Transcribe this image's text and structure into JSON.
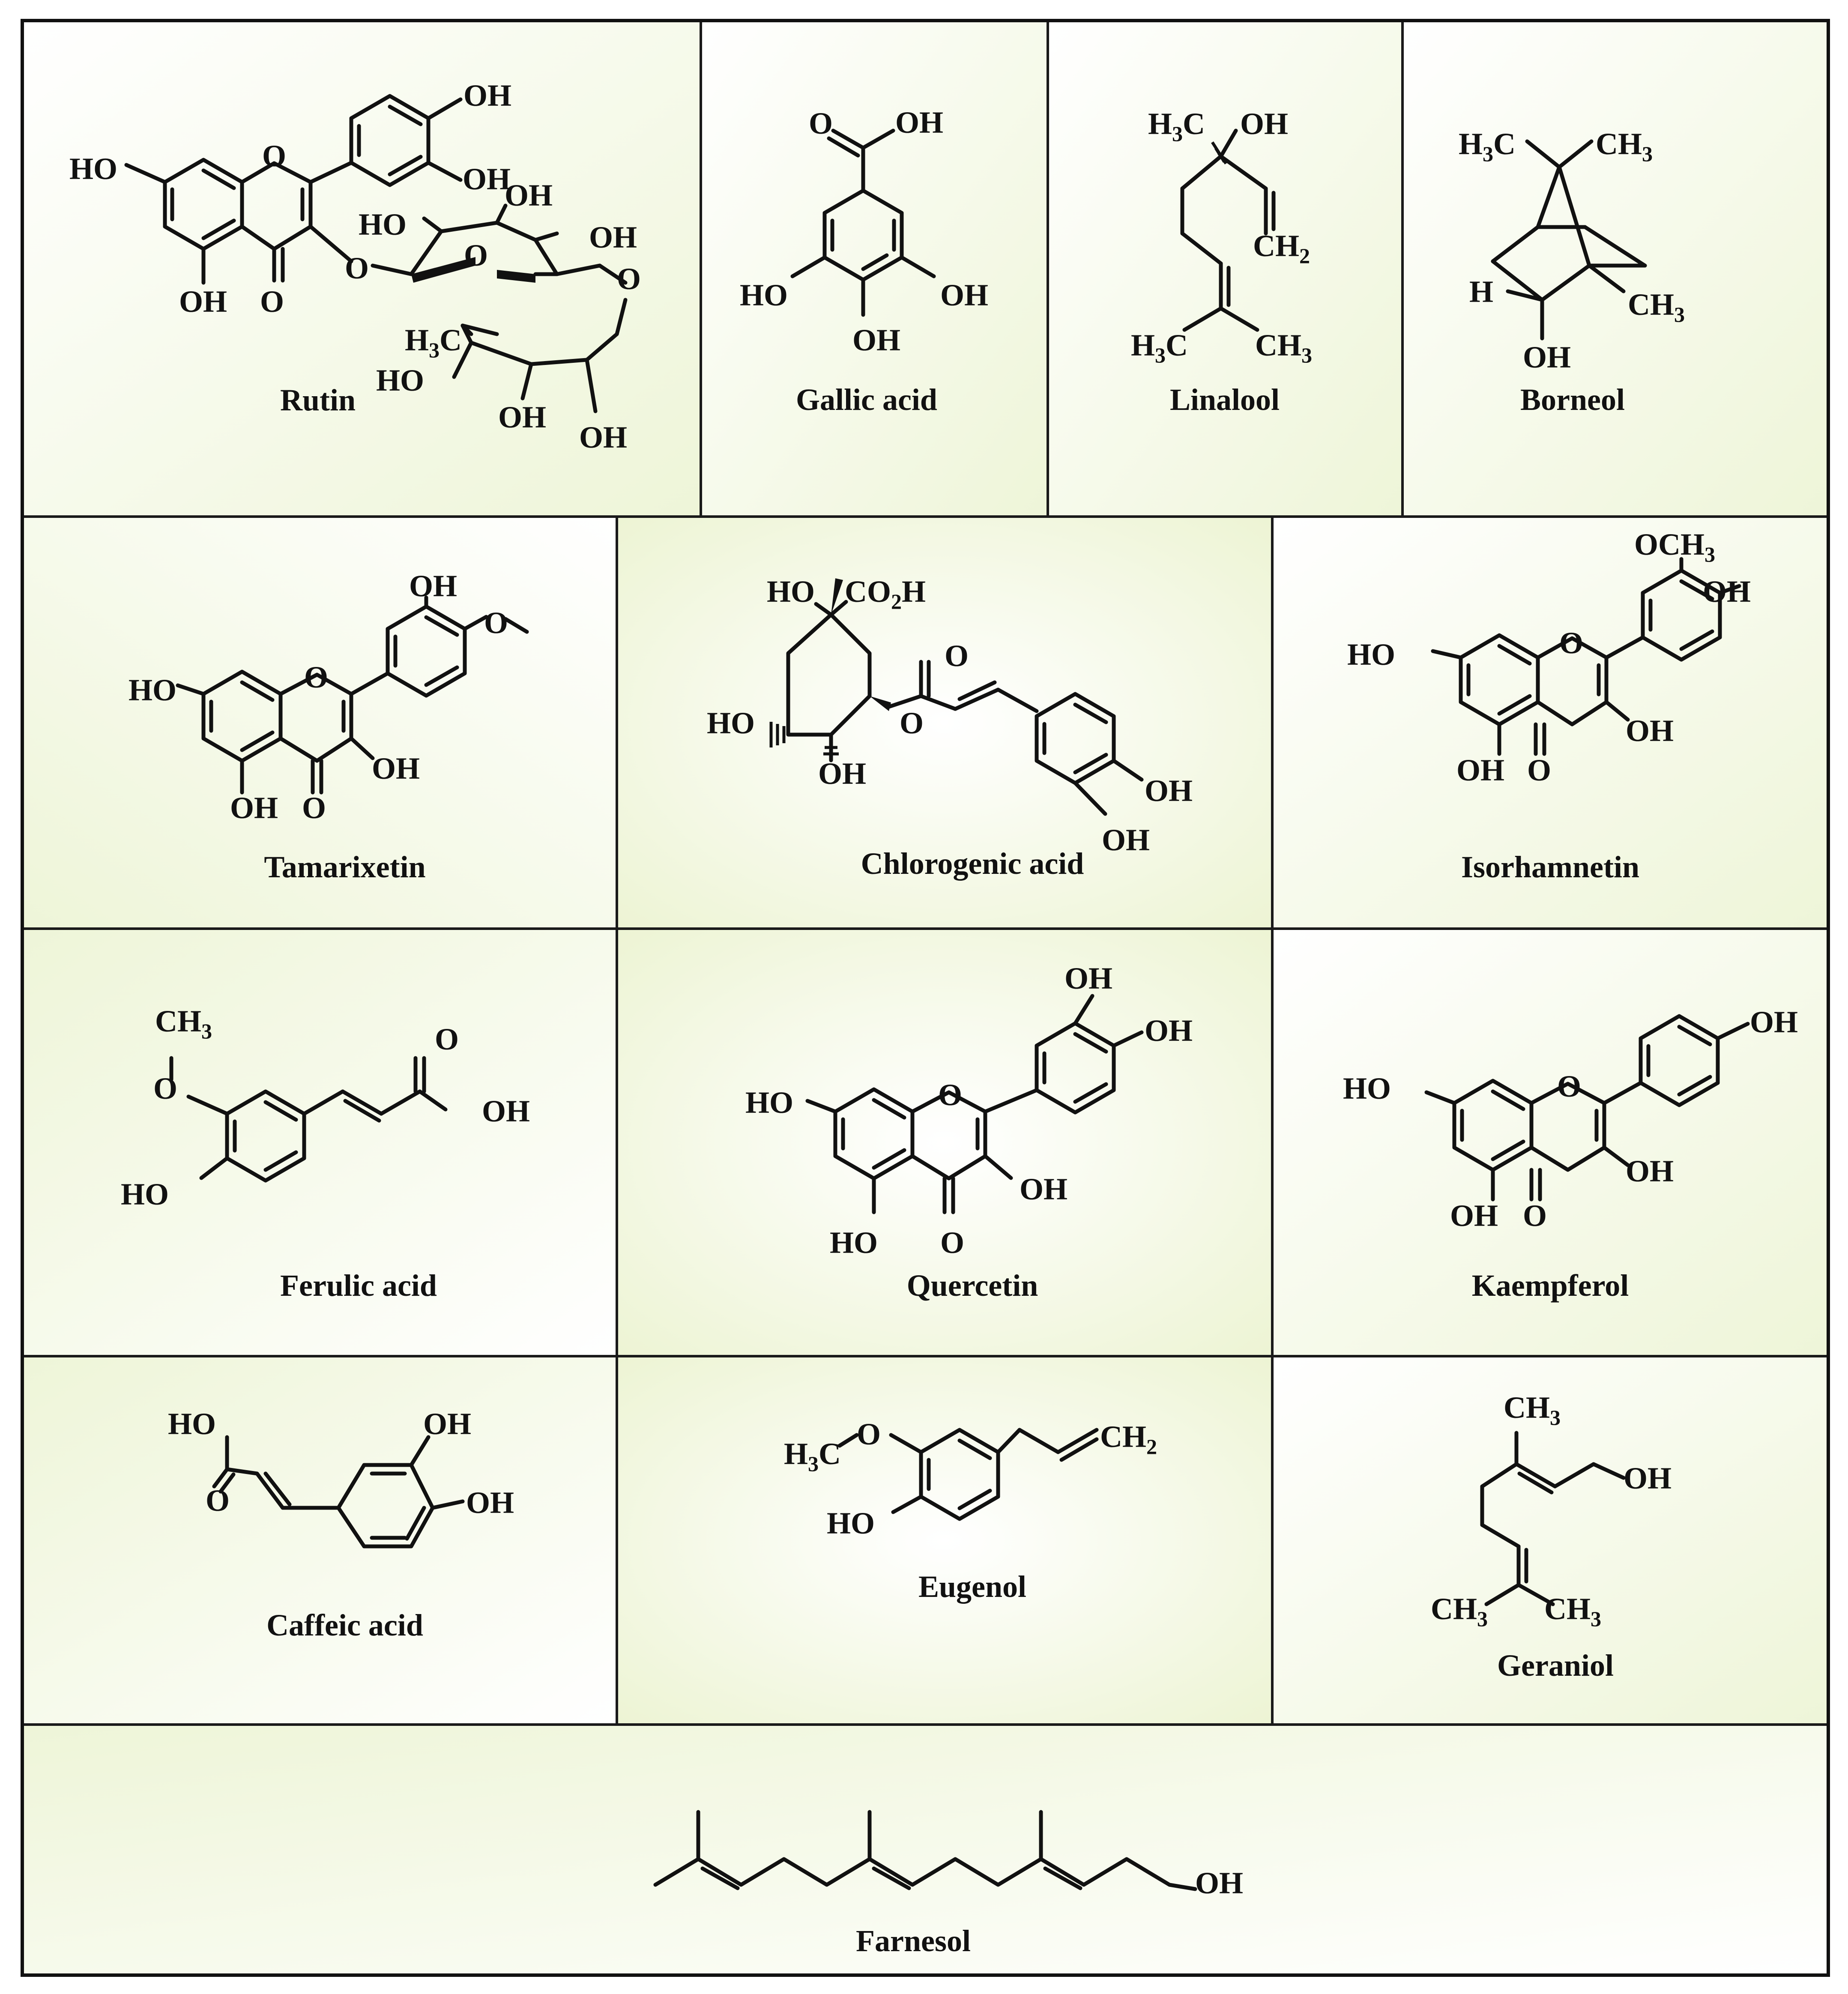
{
  "compounds": [
    {
      "name": "Rutin",
      "groups": [
        "OH",
        "HO",
        "OH",
        "OH",
        "HO",
        "OH",
        "OH",
        "O",
        "O",
        "O",
        "O",
        "O",
        "H3C",
        "HO",
        "OH",
        "OH"
      ]
    },
    {
      "name": "Gallic acid",
      "groups": [
        "O",
        "OH",
        "HO",
        "OH",
        "OH"
      ]
    },
    {
      "name": "Linalool",
      "groups": [
        "H3C",
        "OH",
        "CH2",
        "H3C",
        "CH3"
      ]
    },
    {
      "name": "Borneol",
      "groups": [
        "H3C",
        "CH3",
        "H",
        "CH3",
        "OH"
      ]
    },
    {
      "name": "Tamarixetin",
      "groups": [
        "OH",
        "HO",
        "O",
        "OH",
        "OH",
        "O"
      ]
    },
    {
      "name": "Chlorogenic acid",
      "groups": [
        "HO",
        "CO2H",
        "HO",
        "O",
        "O",
        "OH",
        "OH",
        "OH"
      ]
    },
    {
      "name": "Isorhamnetin",
      "groups": [
        "OCH3",
        "OH",
        "HO",
        "O",
        "OH",
        "OH",
        "O"
      ]
    },
    {
      "name": "Ferulic acid",
      "groups": [
        "CH3",
        "O",
        "O",
        "OH",
        "HO"
      ]
    },
    {
      "name": "Quercetin",
      "groups": [
        "OH",
        "OH",
        "HO",
        "O",
        "OH",
        "HO",
        "O"
      ]
    },
    {
      "name": "Kaempferol",
      "groups": [
        "OH",
        "HO",
        "O",
        "OH",
        "OH",
        "O"
      ]
    },
    {
      "name": "Caffeic acid",
      "groups": [
        "HO",
        "O",
        "OH",
        "OH"
      ]
    },
    {
      "name": "Eugenol",
      "groups": [
        "H3C",
        "O",
        "CH2",
        "HO"
      ]
    },
    {
      "name": "Geraniol",
      "groups": [
        "CH3",
        "OH",
        "CH3",
        "CH3"
      ]
    },
    {
      "name": "Farnesol",
      "groups": [
        "OH"
      ]
    }
  ],
  "colors": {
    "line": "#111111",
    "panel_light": "#ffffff",
    "panel_tint": "#eef5d8"
  }
}
